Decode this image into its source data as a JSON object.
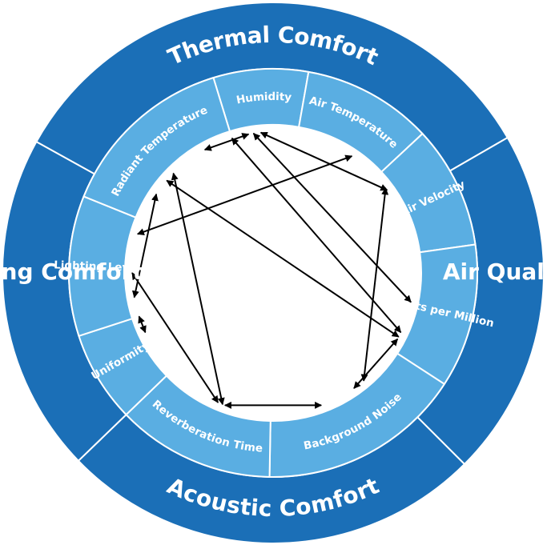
{
  "colors": {
    "outer_ring": "#1b6fb7",
    "inner_ring": "#5aaee2",
    "divider": "#ffffff",
    "center": "#ffffff",
    "arrow": "#000000"
  },
  "outer_categories": [
    {
      "label": "Thermal Comfort"
    },
    {
      "label": "Air Quality"
    },
    {
      "label": "Acoustic Comfort"
    },
    {
      "label": "Lighting Comfort"
    }
  ],
  "inner_factors": [
    {
      "label": "Humidity"
    },
    {
      "label": "Air Temperature"
    },
    {
      "label": "Air Velocity"
    },
    {
      "label": "Parts per Million"
    },
    {
      "label": "Background Noise"
    },
    {
      "label": "Reverberation Time"
    },
    {
      "label": "Uniformity"
    },
    {
      "label": "Lighting Level"
    },
    {
      "label": "Radiant Temperature"
    }
  ],
  "relationships": [
    {
      "from": "Humidity",
      "to": "Air Temperature"
    },
    {
      "from": "Humidity",
      "to": "Parts per Million"
    },
    {
      "from": "Air Temperature",
      "to": "Air Velocity"
    },
    {
      "from": "Air Temperature",
      "to": "Parts per Million"
    },
    {
      "from": "Air Velocity",
      "to": "Background Noise"
    },
    {
      "from": "Parts per Million",
      "to": "Background Noise"
    },
    {
      "from": "Background Noise",
      "to": "Reverberation Time"
    },
    {
      "from": "Reverberation Time",
      "to": "Radiant Temperature"
    },
    {
      "from": "Reverberation Time",
      "to": "Lighting Level"
    },
    {
      "from": "Uniformity",
      "to": "Lighting Level"
    },
    {
      "from": "Lighting Level",
      "to": "Air Temperature"
    },
    {
      "from": "Lighting Level",
      "to": "Radiant Temperature"
    },
    {
      "from": "Radiant Temperature",
      "to": "Parts per Million"
    }
  ]
}
